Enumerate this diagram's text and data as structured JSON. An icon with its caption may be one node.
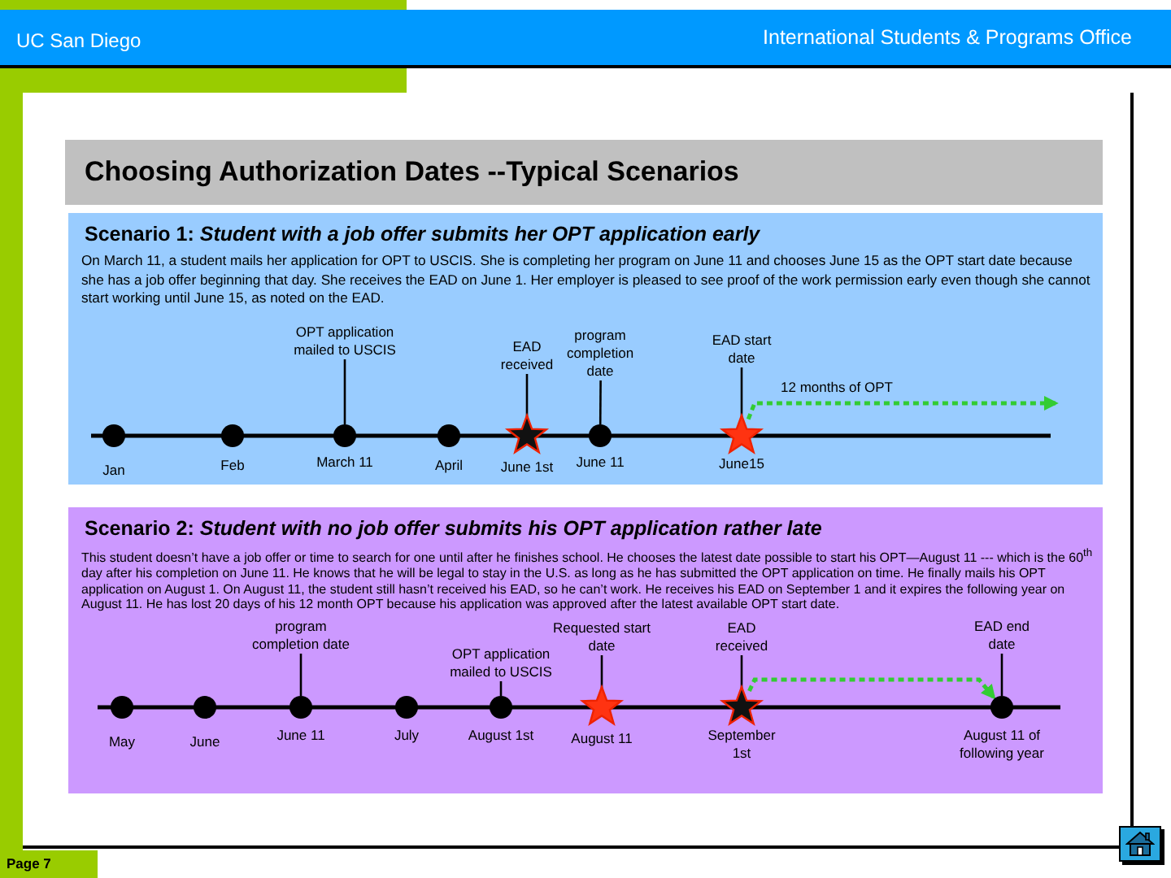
{
  "diagram": {
    "title": "Choosing Authorization Dates --Typical Scenarios",
    "nodes": [
      {
        "text": [
          "UC San Diego",
          "International Students & Programs Office"
        ]
      },
      {
        "text": [
          "Scenario 1: *Student with a job offer submits her OPT application early*",
          "On March 11, a student mails her application for OPT to USCIS. She is completing her program on June 11 and chooses June 15 as the OPT start date because she has a job offer beginning that day. She receives the EAD on June 1. Her employer is pleased to see proof of the work permission early even though she cannot start working until June 15, as noted on the EAD."
        ]
      },
      {
        "text": [
          "OPT application mailed to USCIS"
        ],
        "in": 1
      },
      {
        "text": [
          "EAD received"
        ],
        "in": 1
      },
      {
        "text": [
          "program completion date"
        ],
        "in": 1
      },
      {
        "text": [
          "EAD start date"
        ],
        "in": 1
      },
      {
        "text": [],
        "shape": "circle",
        "in": 1,
        "beside": [
          "Jan"
        ]
      },
      {
        "text": [],
        "shape": "circle",
        "in": 1,
        "beside": [
          "Feb"
        ]
      },
      {
        "text": [],
        "shape": "circle",
        "in": 1,
        "beside": [
          "March 11"
        ]
      },
      {
        "text": [],
        "shape": "circle",
        "in": 1,
        "beside": [
          "April"
        ]
      },
      {
        "text": [],
        "shape": "star",
        "in": 1,
        "beside": [
          "June 1st"
        ]
      },
      {
        "text": [],
        "shape": "circle",
        "in": 1,
        "beside": [
          "June 11"
        ]
      },
      {
        "text": [],
        "shape": "star",
        "in": 1,
        "beside": [
          "June15"
        ]
      },
      {
        "text": [
          "Scenario 2: *Student with no job offer submits his OPT application rather late*",
          "This student doesn’t have a job offer or time to search for one until after he finishes school. He chooses the latest date possible to start his OPT—August 11 --- which is the 60$^{th}$ day after his completion on June 11. He knows that he will be legal to stay in the U.S. as long as he has submitted the OPT application on time. He finally mails his OPT application on August 1. On August 11, the student still hasn’t received his EAD, so he can’t work. He receives his EAD on September 1 and it expires the following year on August 11. He has lost 20 days of his 12 month OPT because his application was approved after the latest available OPT start date."
        ]
      },
      {
        "text": [
          "program completion date"
        ],
        "in": 13
      },
      {
        "text": [
          "OPT application mailed to USCIS"
        ],
        "in": 13
      },
      {
        "text": [
          "Requested start date"
        ],
        "in": 13
      },
      {
        "text": [
          "EAD received"
        ],
        "in": 13
      },
      {
        "text": [
          "EAD end date"
        ],
        "in": 13
      },
      {
        "text": [],
        "shape": "circle",
        "in": 13,
        "beside": [
          "May"
        ]
      },
      {
        "text": [],
        "shape": "circle",
        "in": 13,
        "beside": [
          "June"
        ]
      },
      {
        "text": [],
        "shape": "circle",
        "in": 13,
        "beside": [
          "June 11"
        ]
      },
      {
        "text": [],
        "shape": "circle",
        "in": 13,
        "beside": [
          "July"
        ]
      },
      {
        "text": [],
        "shape": "circle",
        "in": 13,
        "beside": [
          "August 1st"
        ]
      },
      {
        "text": [],
        "shape": "star",
        "in": 13,
        "beside": [
          "August 11"
        ]
      },
      {
        "text": [],
        "shape": "star",
        "in": 13,
        "beside": [
          "September 1st"
        ]
      },
      {
        "text": [],
        "shape": "circle",
        "in": 13,
        "beside": [
          "August 11 of following year"
        ]
      }
    ],
    "edges": [
      {
        "from": 2,
        "to": 8,
        "arrow": "none"
      },
      {
        "from": 3,
        "to": 10,
        "arrow": "none"
      },
      {
        "from": 4,
        "to": 11,
        "arrow": "none"
      },
      {
        "from": 5,
        "to": 12,
        "arrow": "none"
      },
      {
        "from": 12,
        "to": null,
        "arrow": "to",
        "label": "12 months of OPT",
        "style": "dashed",
        "color": "#33cc33"
      },
      {
        "from": 14,
        "to": 21,
        "arrow": "none"
      },
      {
        "from": 15,
        "to": 23,
        "arrow": "none"
      },
      {
        "from": 16,
        "to": 24,
        "arrow": "none"
      },
      {
        "from": 17,
        "to": 25,
        "arrow": "none"
      },
      {
        "from": 18,
        "to": 26,
        "arrow": "none"
      },
      {
        "from": 25,
        "to": 26,
        "arrow": "to",
        "style": "dashed",
        "color": "#33cc33"
      }
    ],
    "labels": [
      "Page 7"
    ]
  }
}
